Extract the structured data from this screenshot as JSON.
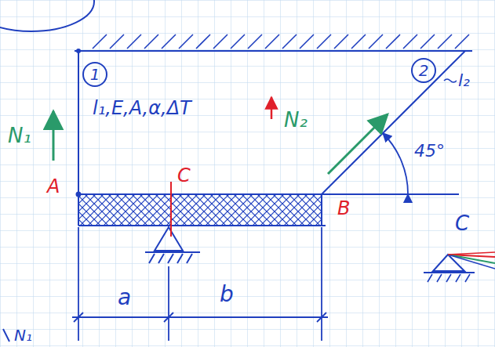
{
  "diagram": {
    "nodes": [
      {
        "text": [
          "1"
        ]
      },
      {
        "text": [
          "2"
        ]
      }
    ],
    "labels": [
      "N₁",
      "l₁,E,A,α,ΔT",
      "N₂",
      "l₂",
      "45°",
      "A",
      "C",
      "B",
      "a",
      "b",
      "C",
      "N₁"
    ]
  }
}
